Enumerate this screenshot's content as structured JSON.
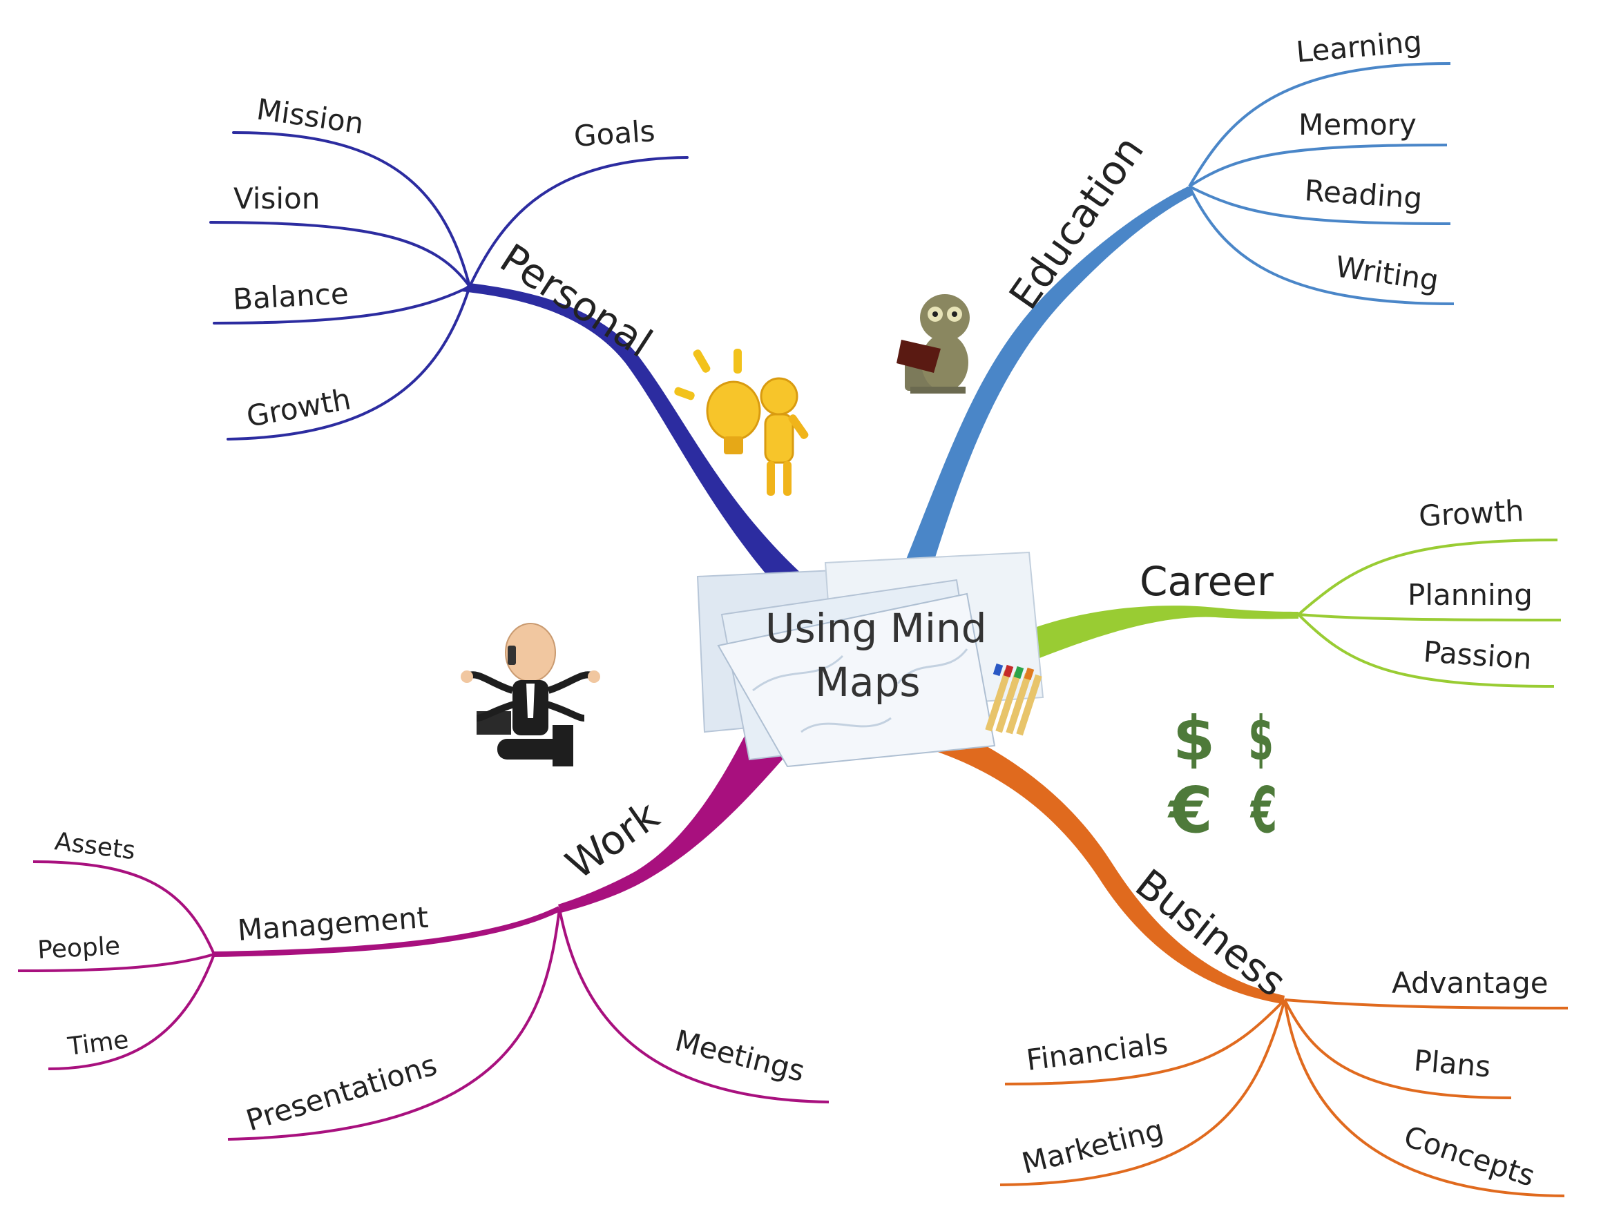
{
  "center": {
    "line1": "Using Mind",
    "line2": "Maps"
  },
  "colors": {
    "personal": "#2c2ca0",
    "education": "#4a86c8",
    "career": "#99cc33",
    "business": "#e06a1e",
    "work": "#a8107e"
  },
  "branches": {
    "personal": {
      "label": "Personal",
      "children": [
        "Goals",
        "Mission",
        "Vision",
        "Balance",
        "Growth"
      ]
    },
    "education": {
      "label": "Education",
      "children": [
        "Learning",
        "Memory",
        "Reading",
        "Writing"
      ]
    },
    "career": {
      "label": "Career",
      "children": [
        "Growth",
        "Planning",
        "Passion"
      ]
    },
    "business": {
      "label": "Business",
      "children": [
        "Advantage",
        "Financials",
        "Plans",
        "Marketing",
        "Concepts"
      ]
    },
    "work": {
      "label": "Work",
      "children": [
        "Management",
        "Presentations",
        "Meetings"
      ],
      "management_children": [
        "Assets",
        "People",
        "Time"
      ]
    }
  },
  "icons": [
    "lightbulb-figure-icon",
    "owl-reading-icon",
    "currency-symbols-icon",
    "multitasking-businessman-icon",
    "center-papers-icon"
  ],
  "currency": {
    "dollar": "$",
    "euro": "€"
  }
}
